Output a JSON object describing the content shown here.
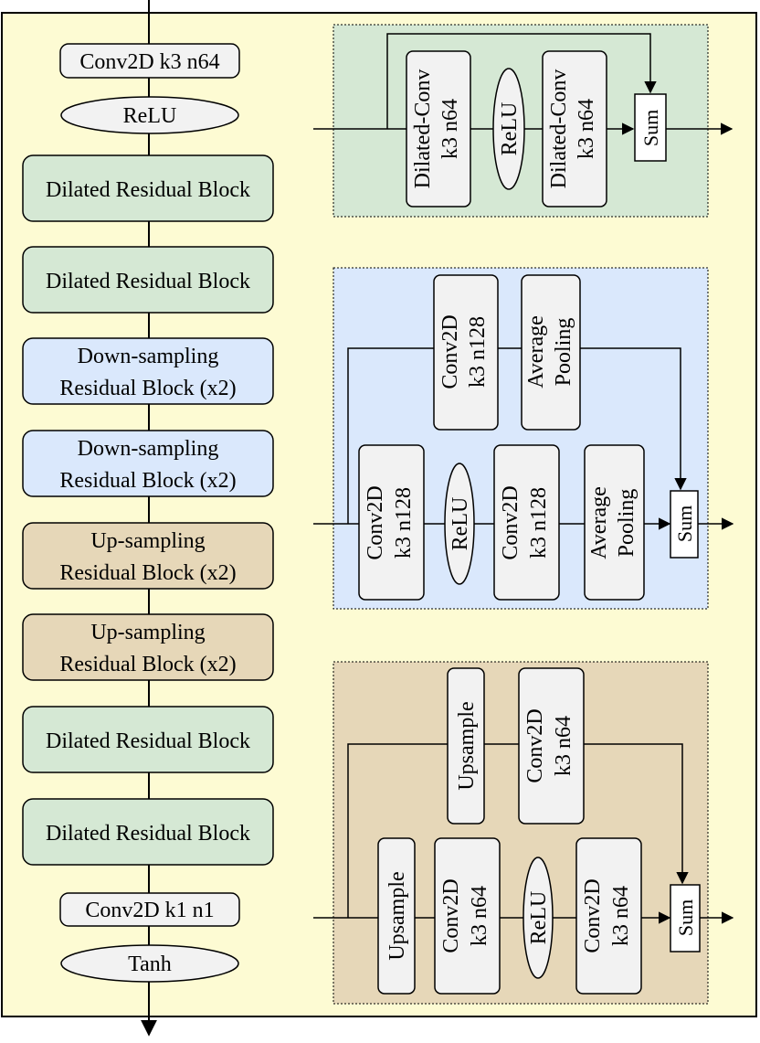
{
  "main_chain": {
    "conv_in": "Conv2D k3 n64",
    "relu": "ReLU",
    "dilated_1": "Dilated Residual Block",
    "dilated_2": "Dilated Residual Block",
    "down_1": [
      "Down-sampling",
      "Residual Block (x2)"
    ],
    "down_2": [
      "Down-sampling",
      "Residual Block (x2)"
    ],
    "up_1": [
      "Up-sampling",
      "Residual Block (x2)"
    ],
    "up_2": [
      "Up-sampling",
      "Residual Block (x2)"
    ],
    "dilated_3": "Dilated Residual Block",
    "dilated_4": "Dilated Residual Block",
    "conv_out": "Conv2D k1 n1",
    "tanh": "Tanh"
  },
  "dilated_detail": {
    "conv_a": [
      "Dilated-Conv",
      "k3 n64"
    ],
    "relu": "ReLU",
    "conv_b": [
      "Dilated-Conv",
      "k3 n64"
    ],
    "sum": "Sum"
  },
  "down_detail": {
    "skip_conv": [
      "Conv2D",
      "k3 n128"
    ],
    "skip_pool": [
      "Average",
      "Pooling"
    ],
    "conv_a": [
      "Conv2D",
      "k3 n128"
    ],
    "relu": "ReLU",
    "conv_b": [
      "Conv2D",
      "k3 n128"
    ],
    "pool": [
      "Average",
      "Pooling"
    ],
    "sum": "Sum"
  },
  "up_detail": {
    "skip_upsample": "Upsample",
    "skip_conv": [
      "Conv2D",
      "k3 n64"
    ],
    "upsample": "Upsample",
    "conv_a": [
      "Conv2D",
      "k3 n64"
    ],
    "relu": "ReLU",
    "conv_b": [
      "Conv2D",
      "k3 n64"
    ],
    "sum": "Sum"
  },
  "colors": {
    "outer_bg": "#fdfbd3",
    "neutral_box": "#f2f2f2",
    "green_box": "#d5e8d4",
    "blue_box": "#dae8fc",
    "tan_box": "#e6d7b8"
  }
}
